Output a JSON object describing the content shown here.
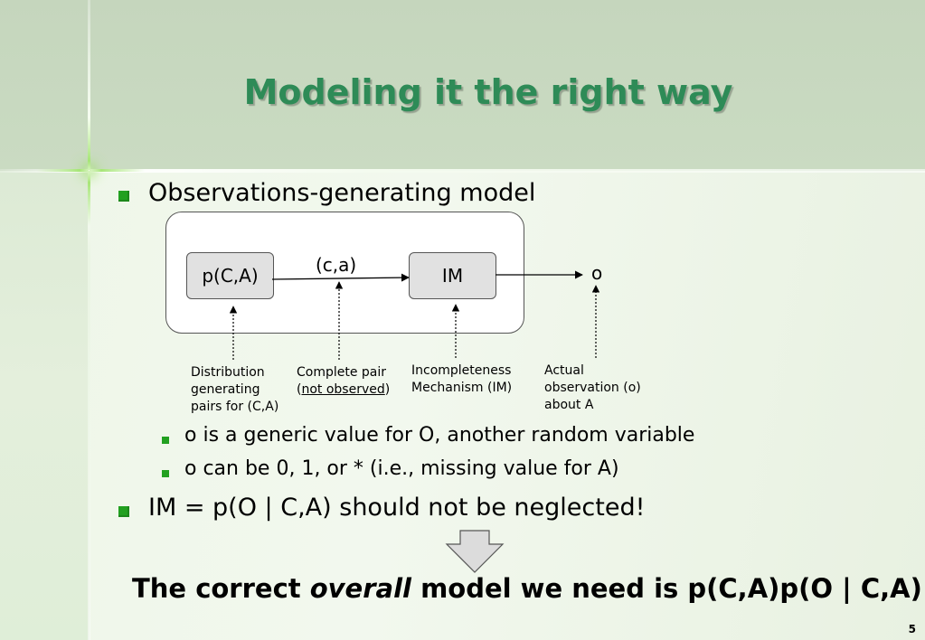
{
  "slide": {
    "title": "Modeling it the right way",
    "page_number": "5",
    "bullets": {
      "b1": "Observations-generating model",
      "sub1": "o is a generic value for O, another random variable",
      "sub2": "o can be 0, 1, or * (i.e., missing value for A)",
      "b2": "IM = p(O | C,A) should not be neglected!"
    },
    "diagram": {
      "node_left": "p(C,A)",
      "node_right": "IM",
      "edge_label": "(c,a)",
      "output_label": "o",
      "annotations": {
        "distribution": [
          "Distribution",
          "generating",
          "pairs for (C,A)"
        ],
        "complete_pair_line1": "Complete pair",
        "complete_pair_open": "(",
        "complete_pair_underlined": "not observed",
        "complete_pair_close": ")",
        "mechanism": [
          "Incompleteness",
          "Mechanism (IM)"
        ],
        "actual": [
          "Actual",
          "observation (o)",
          "about A"
        ]
      }
    },
    "conclusion": {
      "prefix": "The correct ",
      "emphasis": "overall",
      "suffix": " model we need is p(C,A)p(O | C,A)"
    },
    "colors": {
      "title": "#2e8b57",
      "bullet": "#22a020",
      "title_band": "#c5d6bd"
    }
  }
}
